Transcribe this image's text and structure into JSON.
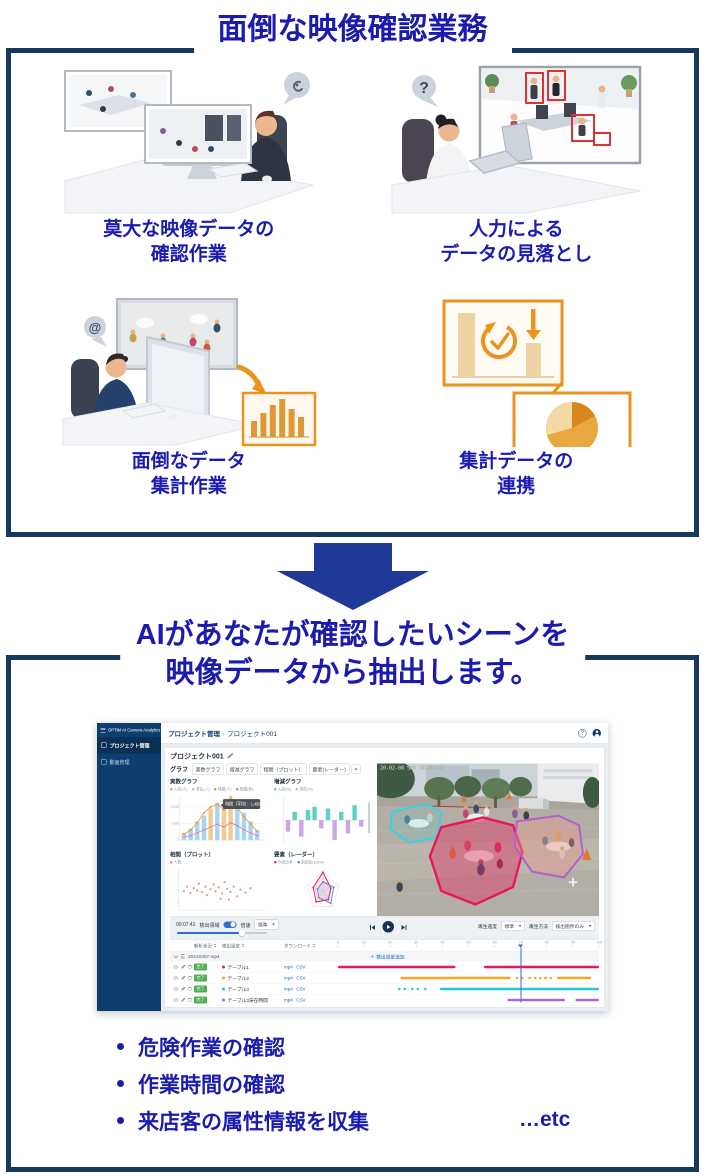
{
  "colors": {
    "frame_navy": "#16395e",
    "title_blue": "#1b1bb0",
    "arrow_blue": "#1e3a96"
  },
  "icons": {
    "question_mark": "?",
    "dizzy_mark": "@"
  },
  "top_box": {
    "title": "面倒な映像確認業務",
    "items": [
      {
        "line1": "莫大な映像データの",
        "line2": "確認作業"
      },
      {
        "line1": "人力による",
        "line2": "データの見落とし"
      },
      {
        "line1": "面倒なデータ",
        "line2": "集計作業"
      },
      {
        "line1": "集計データの",
        "line2": "連携"
      }
    ]
  },
  "bottom_box": {
    "title_line1": "AIがあなたが確認したいシーンを",
    "title_line2": "映像データから抽出します。",
    "bullets": [
      "危険作業の確認",
      "作業時間の確認",
      "来店客の属性情報を収集"
    ],
    "etc_label": "…etc"
  },
  "dashboard": {
    "sidebar": {
      "logo": "OPTiM AI Camera Analytics",
      "items": [
        {
          "label": "プロジェクト管理"
        },
        {
          "label": "動画管理"
        }
      ]
    },
    "topbar": {
      "breadcrumb_root": "プロジェクト管理",
      "breadcrumb_sep": "›",
      "breadcrumb_current": "プロジェクト001"
    },
    "project_title": "プロジェクト001",
    "tabs": {
      "label": "グラフ",
      "items": [
        "実数グラフ",
        "増減グラフ",
        "相関（プロット）",
        "要素(レーダー)"
      ]
    },
    "charts": {
      "real": {
        "title": "実数グラフ",
        "legend": [
          {
            "label": "入店(人)",
            "color": "#f5a623"
          },
          {
            "label": "滞在(人)",
            "color": "#8ecbee"
          },
          {
            "label": "時間(人)",
            "color": "#f08a24"
          },
          {
            "label": "時間(秒)",
            "color": "#e06c9f"
          }
        ],
        "y_ticks": [
          "2,000",
          "1,000",
          "0"
        ],
        "bars": [
          10,
          16,
          26,
          34,
          44,
          52,
          46,
          58,
          48,
          38,
          26,
          14
        ],
        "alt_bars": [
          4,
          6,
          7
        ],
        "bar_color": "#a9d4f1",
        "alt_bar_color": "#f6c98e",
        "line": [
          8,
          14,
          24,
          38,
          46,
          50,
          42,
          60,
          46,
          32,
          22,
          12
        ],
        "line_color": "#f39c1f",
        "line2": [
          4,
          6,
          10,
          14,
          18,
          22,
          18,
          24,
          20,
          14,
          10,
          6
        ],
        "line2_color": "#e06c9f",
        "tooltip": "時間（平均）：1,459"
      },
      "delta": {
        "title": "増減グラフ",
        "legend": [
          {
            "label": "入店(%)",
            "color": "#5fd0c2"
          },
          {
            "label": "滞在(%)",
            "color": "#cba6e6"
          }
        ],
        "bars": [
          {
            "v": -14,
            "c": "#cba6e6"
          },
          {
            "v": 10,
            "c": "#5fd0c2"
          },
          {
            "v": -20,
            "c": "#cba6e6"
          },
          {
            "v": 12,
            "c": "#5fd0c2"
          },
          {
            "v": 16,
            "c": "#5fd0c2"
          },
          {
            "v": -10,
            "c": "#cba6e6"
          },
          {
            "v": 14,
            "c": "#5fd0c2"
          },
          {
            "v": -24,
            "c": "#cba6e6"
          },
          {
            "v": 10,
            "c": "#5fd0c2"
          },
          {
            "v": -16,
            "c": "#cba6e6"
          },
          {
            "v": 18,
            "c": "#5fd0c2"
          },
          {
            "v": -8,
            "c": "#cba6e6"
          }
        ]
      },
      "scatter": {
        "title": "相関（プロット）",
        "legend": [
          {
            "label": "人数",
            "color": "#e98585"
          }
        ],
        "points": [
          [
            0.06,
            0.5
          ],
          [
            0.1,
            0.62
          ],
          [
            0.14,
            0.45
          ],
          [
            0.18,
            0.58
          ],
          [
            0.22,
            0.52
          ],
          [
            0.24,
            0.7
          ],
          [
            0.28,
            0.48
          ],
          [
            0.32,
            0.62
          ],
          [
            0.34,
            0.4
          ],
          [
            0.38,
            0.55
          ],
          [
            0.42,
            0.68
          ],
          [
            0.44,
            0.5
          ],
          [
            0.48,
            0.6
          ],
          [
            0.5,
            0.3
          ],
          [
            0.52,
            0.44
          ],
          [
            0.55,
            0.74
          ],
          [
            0.58,
            0.56
          ],
          [
            0.6,
            0.28
          ],
          [
            0.62,
            0.48
          ],
          [
            0.66,
            0.62
          ],
          [
            0.7,
            0.36
          ],
          [
            0.74,
            0.54
          ],
          [
            0.8,
            0.46
          ],
          [
            0.86,
            0.58
          ]
        ]
      },
      "radar": {
        "title": "要素（レーダー）",
        "legend": [
          {
            "label": "今回比率",
            "color": "#e0245e"
          },
          {
            "label": "前回比(100%)",
            "color": "#5b79d8"
          }
        ],
        "red": [
          1.0,
          0.5,
          0.55,
          0.7,
          0.62
        ],
        "blue": [
          0.5,
          0.68,
          0.8,
          0.42,
          0.35
        ]
      }
    },
    "video": {
      "timestamp": "20-02-08 SAT 13:07:21"
    },
    "controls": {
      "time": "00:07:41",
      "region_label": "検出領域",
      "speed_label": "倍速",
      "speed_value": "標準",
      "play_speed_label": "再生速度",
      "play_speed_value": "標準",
      "play_method_label": "再生方法",
      "play_method_value": "検出箇所のみ"
    },
    "timeline": {
      "headers": {
        "status": "解析状況",
        "detect": "検出設定",
        "download": "ダウンロード"
      },
      "add_link": "＋ 検出設定追加",
      "group_file": "20210307.mp4",
      "ruler": [
        "0",
        "10",
        "20",
        "30",
        "40",
        "50",
        "60",
        "70",
        "80",
        "90",
        "100"
      ],
      "playhead_pct": 70,
      "rows": [
        {
          "status": "完了",
          "name": "テーブル1",
          "color": "#e8175d",
          "dl1": "mp4",
          "dl2": "CSV",
          "segments": [
            [
              0,
              45
            ],
            [
              56,
              100
            ]
          ],
          "dots": []
        },
        {
          "status": "完了",
          "name": "テーブル2",
          "color": "#f5a623",
          "dl1": "mp4",
          "dl2": "CSV",
          "segments": [
            [
              24,
              66
            ],
            [
              84,
              97
            ]
          ],
          "dots": [
            68,
            70,
            73,
            75,
            77,
            79,
            81
          ]
        },
        {
          "status": "完了",
          "name": "テーブル3",
          "color": "#26c6da",
          "dl1": "mp4",
          "dl2": "CSV",
          "segments": [
            [
              39,
              100
            ]
          ],
          "dots": [
            23,
            25,
            28,
            30,
            33
          ]
        },
        {
          "status": "完了",
          "name": "テーブル3滞在時間",
          "color": "#ab67d6",
          "dl1": "mp4",
          "dl2": "CSV",
          "segments": [
            [
              65,
              87
            ],
            [
              91,
              100
            ]
          ],
          "dots": []
        }
      ]
    }
  }
}
